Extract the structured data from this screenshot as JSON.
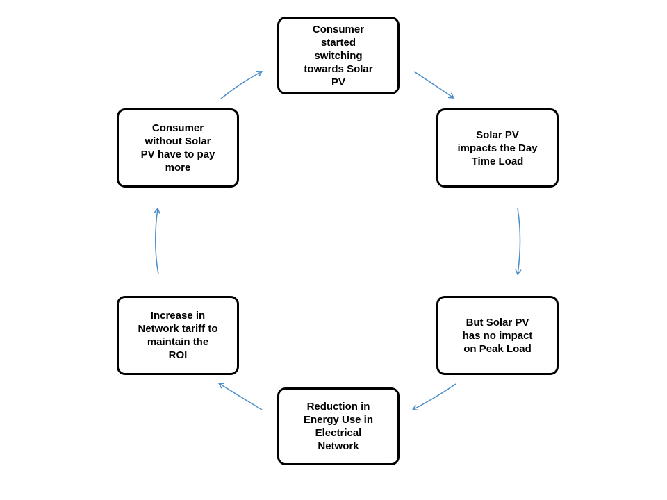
{
  "nodes": {
    "consumer_switching": "Consumer\nstarted\nswitching\ntowards Solar\nPV",
    "day_time_load": "Solar PV\nimpacts the Day\nTime Load",
    "no_peak_impact": "But Solar PV\nhas no impact\non Peak Load",
    "energy_reduction": "Reduction in\nEnergy Use  in\nElectrical\nNetwork",
    "tariff_increase": "Increase in\nNetwork tariff to\nmaintain the\nROI",
    "pay_more": "Consumer\nwithout  Solar\nPV  have to pay\nmore"
  },
  "colors": {
    "arrow": "#4a8cc9",
    "box_border": "#000000",
    "text": "#000000"
  }
}
